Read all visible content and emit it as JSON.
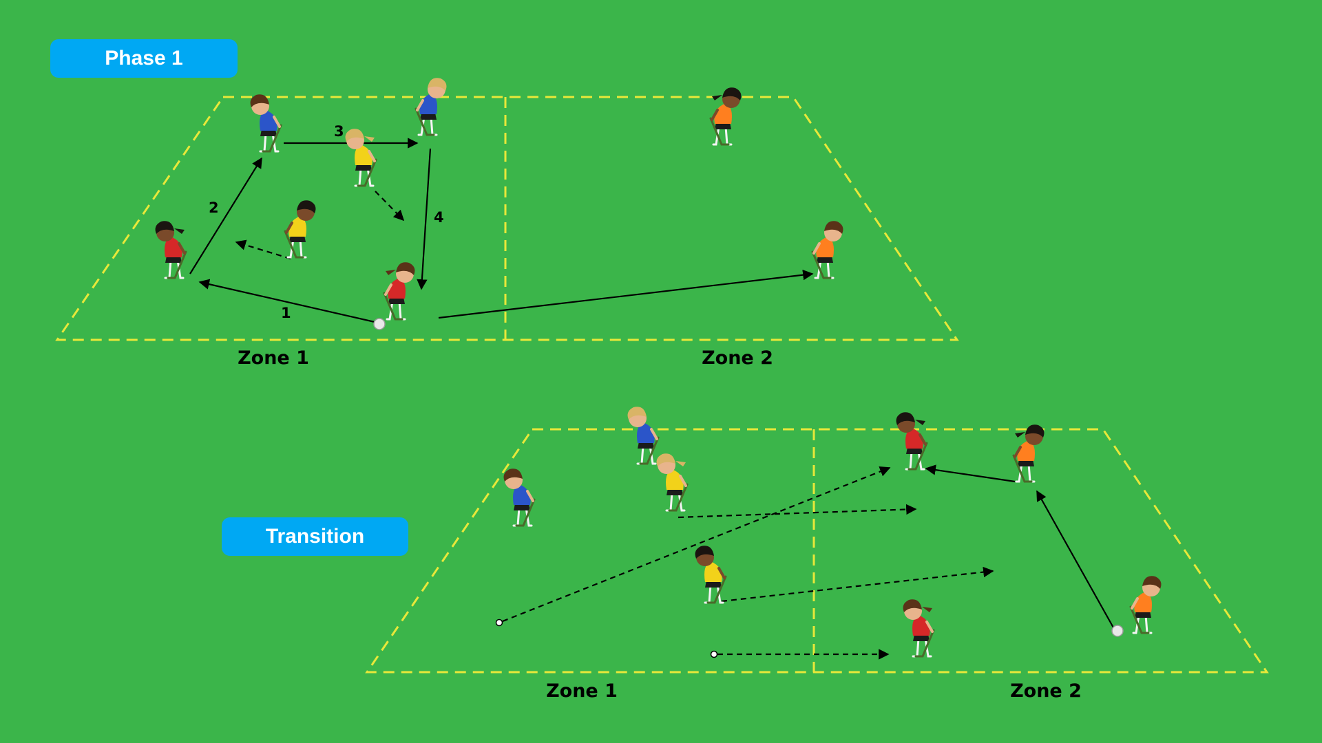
{
  "phase1": {
    "title": "Phase 1",
    "zone1_label": "Zone 1",
    "zone2_label": "Zone 2",
    "pass_labels": [
      "1",
      "2",
      "3",
      "4"
    ]
  },
  "transition": {
    "title": "Transition",
    "zone1_label": "Zone 1",
    "zone2_label": "Zone 2"
  },
  "colors": {
    "field": "#3bb54a",
    "boundary": "#e8e83a",
    "badge": "#00a8f3",
    "team_red": "#d62828",
    "team_blue": "#2b55c9",
    "team_yellow": "#f2d21a",
    "team_orange": "#ff7f1f"
  },
  "icons": {
    "player": "player-icon",
    "ball": "ball-icon"
  }
}
